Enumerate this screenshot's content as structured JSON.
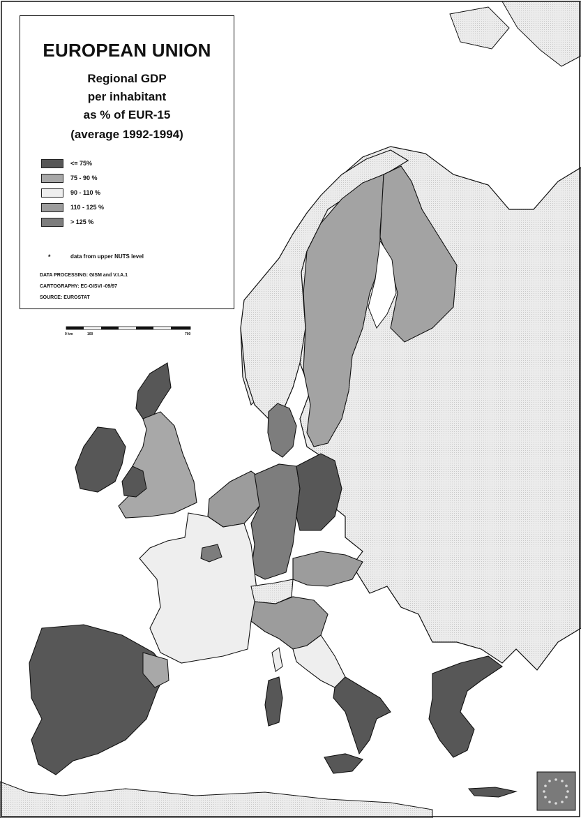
{
  "title": {
    "main": "EUROPEAN UNION",
    "line1": "Regional GDP",
    "line2": "per inhabitant",
    "line3": "as % of EUR-15",
    "line4": "(average 1992-1994)"
  },
  "legend": [
    {
      "label": "<= 75%",
      "color": "#575757"
    },
    {
      "label": "75 - 90 %",
      "color": "#a8a8a8"
    },
    {
      "label": "90 - 110 %",
      "color": "#eeeeee"
    },
    {
      "label": "110 - 125 %",
      "color": "#9c9c9c"
    },
    {
      "label": "> 125 %",
      "color": "#7d7d7d"
    }
  ],
  "notes": {
    "asterisk": "*",
    "nuts": "data from upper NUTS level",
    "processing": "DATA PROCESSING: GISM and V.I.A.1",
    "cartography": "CARTOGRAPHY: EC-GISVI -09/97",
    "source": "SOURCE: EUROSTAT"
  },
  "scale": {
    "start": "0 km",
    "mid": "100",
    "end": "700"
  },
  "colors": {
    "sea": "#ffffff",
    "non_eu": "#ececec",
    "border": "#111111"
  },
  "emblem": "eu-flag-icon"
}
